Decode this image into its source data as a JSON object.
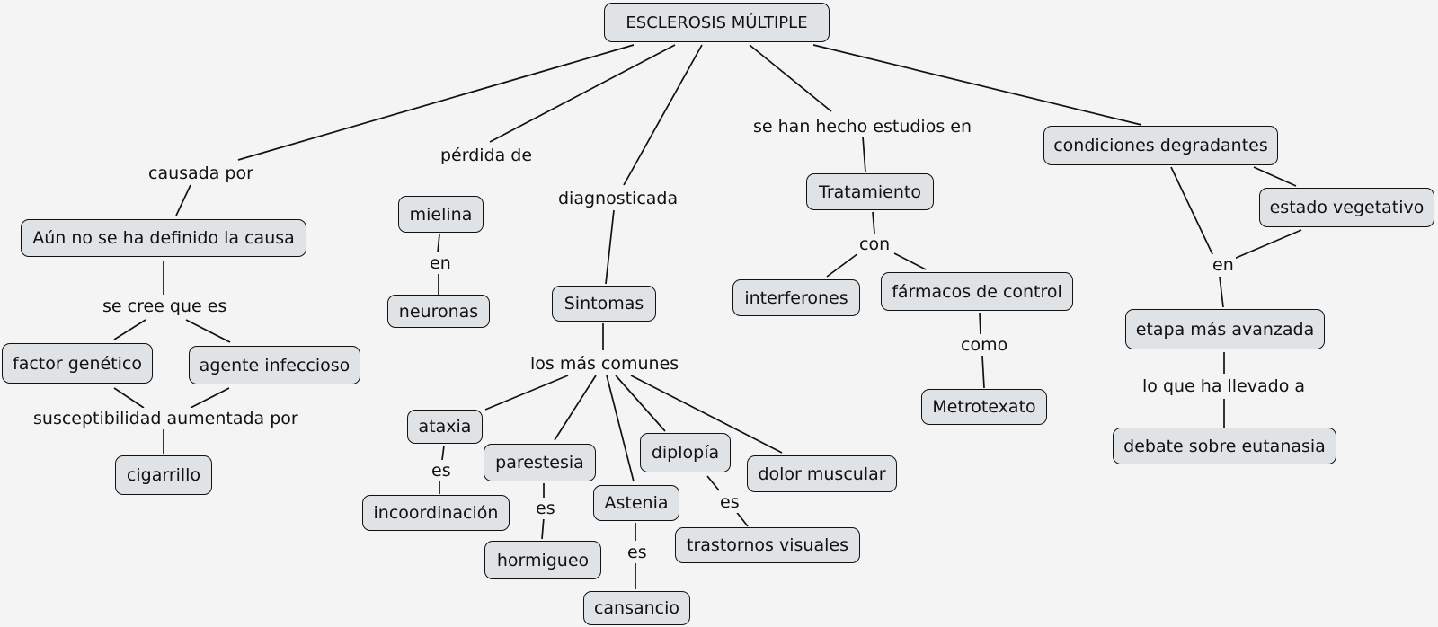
{
  "concepts": {
    "root": "ESCLEROSIS MÚLTIPLE",
    "causa": "Aún no se ha definido la causa",
    "factor": "factor genético",
    "agente": "agente infeccioso",
    "cigarrillo": "cigarrillo",
    "mielina": "mielina",
    "neuronas": "neuronas",
    "sintomas": "Sintomas",
    "ataxia": "ataxia",
    "incoordinacion": "incoordinación",
    "parestesia": "parestesia",
    "hormigueo": "hormigueo",
    "astenia": "Astenia",
    "cansancio": "cansancio",
    "diplopia": "diplopía",
    "trastornos": "trastornos visuales",
    "dolor": "dolor muscular",
    "tratamiento": "Tratamiento",
    "interferones": "interferones",
    "farmacos": "fármacos de control",
    "metrotexato": "Metrotexato",
    "condiciones": "condiciones degradantes",
    "vegetativo": "estado vegetativo",
    "etapa": "etapa más avanzada",
    "debate": "debate sobre eutanasia"
  },
  "links": {
    "causada": "causada por",
    "secree": "se cree que es",
    "suscept": "susceptibilidad aumentada por",
    "perdida": "pérdida de",
    "en1": "en",
    "diagnost": "diagnosticada",
    "comunes": "los más comunes",
    "es1": "es",
    "es2": "es",
    "es3": "es",
    "es4": "es",
    "estudios": "se han hecho estudios en",
    "con": "con",
    "como": "como",
    "en2": "en",
    "llevado": "lo que ha llevado a"
  }
}
